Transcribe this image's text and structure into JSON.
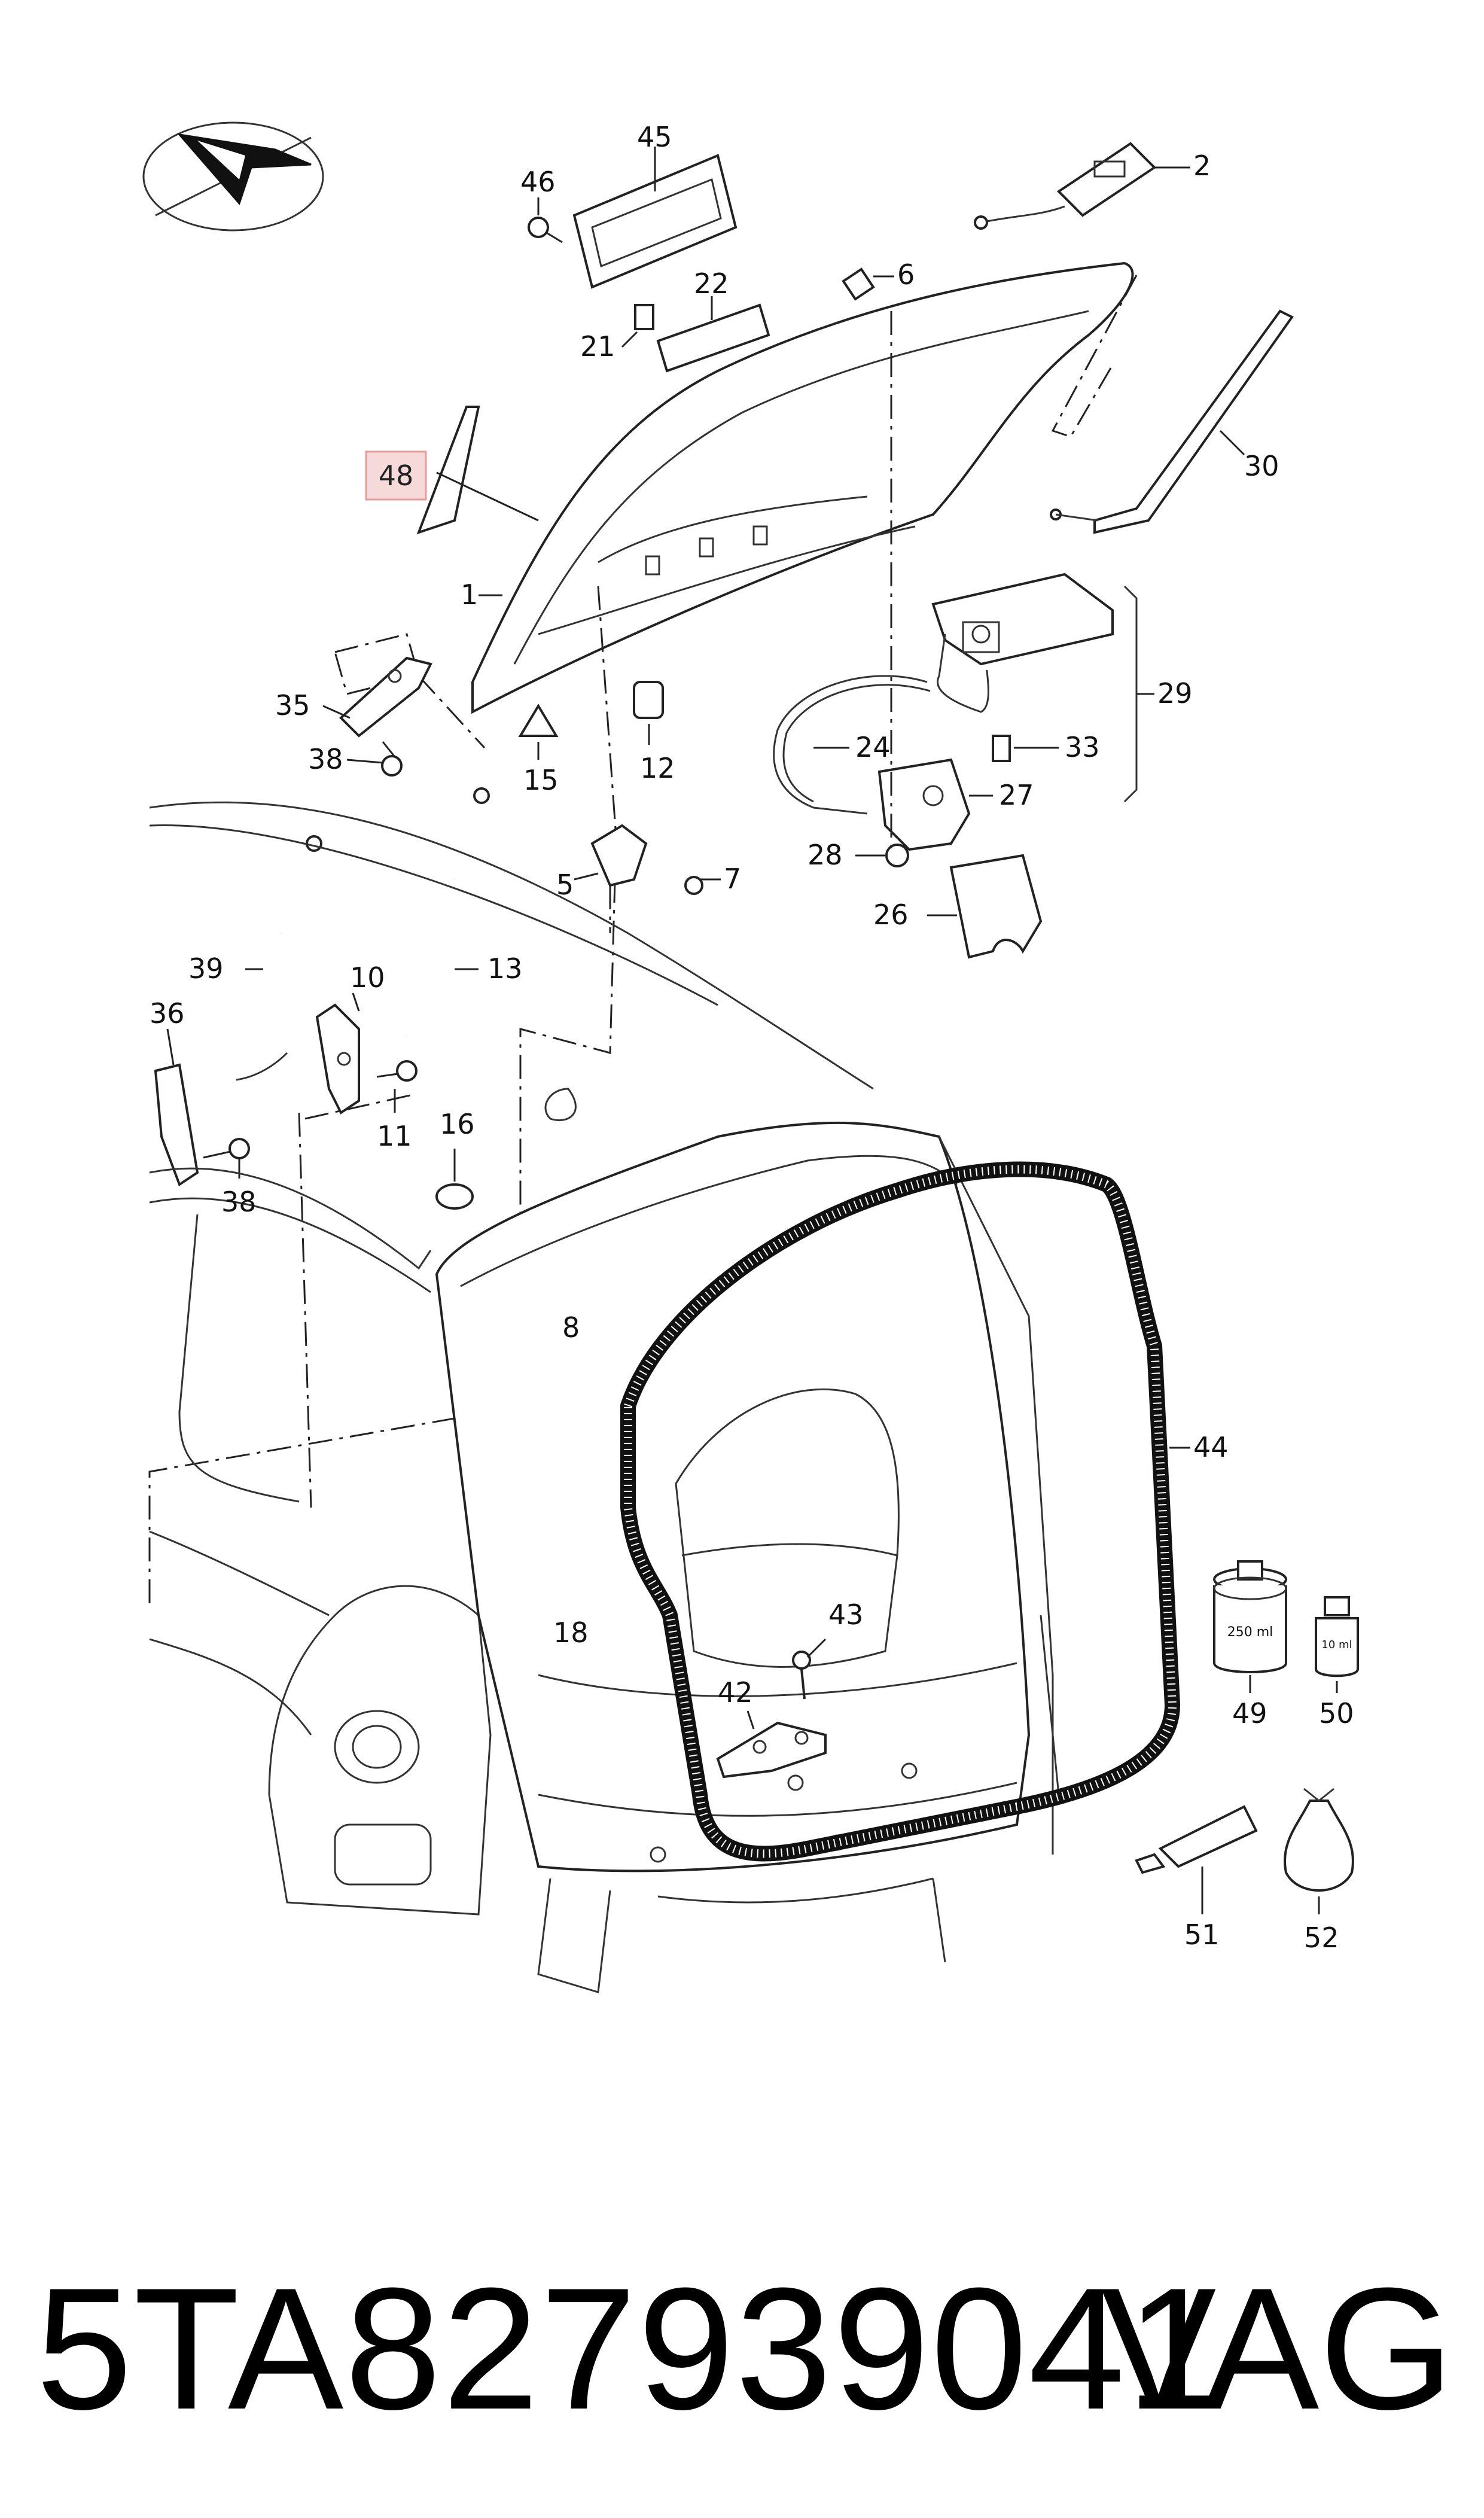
{
  "labels": {
    "l1": "1",
    "l2": "2",
    "l5": "5",
    "l6": "6",
    "l7": "7",
    "l8": "8",
    "l10": "10",
    "l11": "11",
    "l12": "12",
    "l13": "13",
    "l15": "15",
    "l16": "16",
    "l18": "18",
    "l21": "21",
    "l22": "22",
    "l24": "24",
    "l26": "26",
    "l27": "27",
    "l28": "28",
    "l29": "29",
    "l30": "30",
    "l33": "33",
    "l35": "35",
    "l36": "36",
    "l38a": "38",
    "l38b": "38",
    "l39": "39",
    "l42": "42",
    "l43": "43",
    "l44": "44",
    "l45": "45",
    "l46": "46",
    "l48": "48",
    "l49": "49",
    "l50": "50",
    "l51": "51",
    "l52": "52"
  },
  "containers": {
    "bottle_large": "250 ml",
    "bottle_small": "10 ml"
  },
  "highlight_color": "#e89a9a",
  "footer": {
    "part_number": "5TA827939041",
    "brand": "VAG"
  }
}
